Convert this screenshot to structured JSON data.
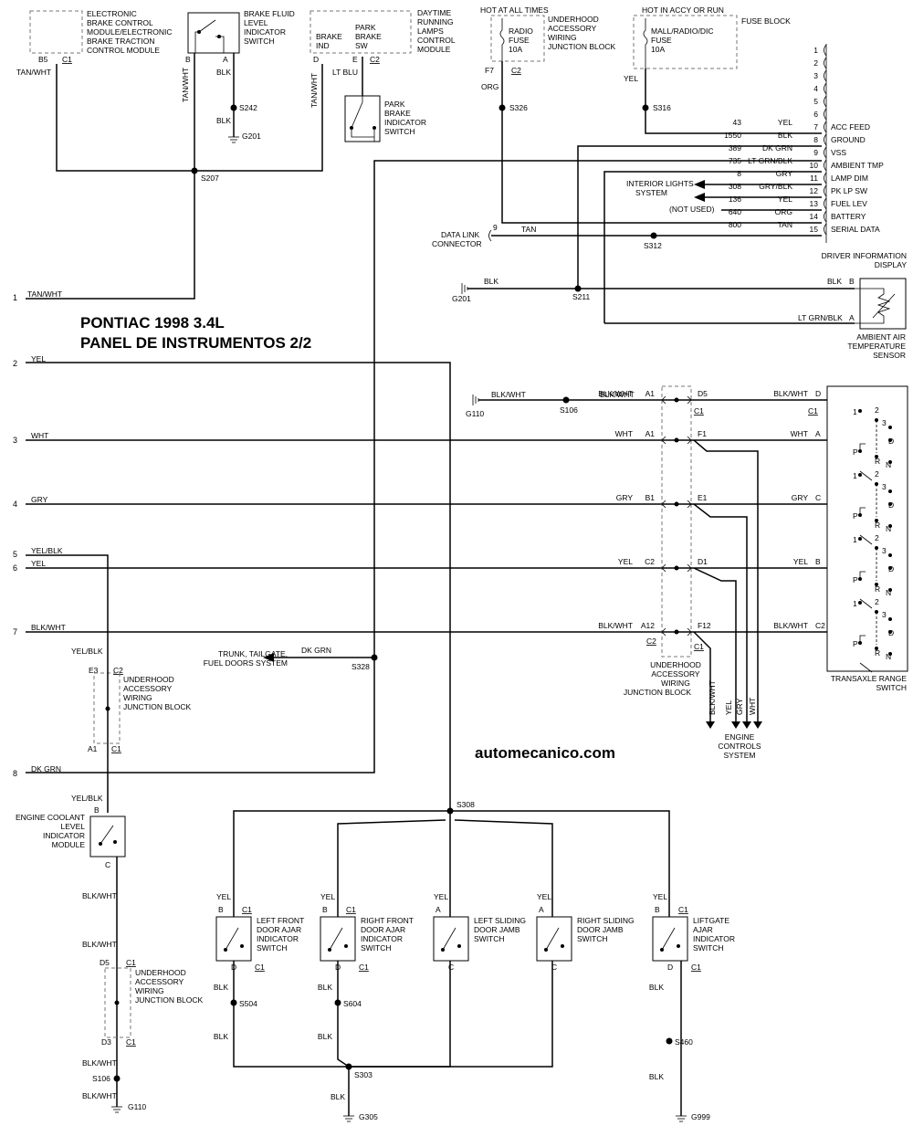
{
  "title": {
    "line1": "PONTIAC 1998  3.4L",
    "line2": "PANEL DE INSTRUMENTOS  2/2"
  },
  "watermark": "automecanico.com",
  "left_pins": [
    {
      "num": "1",
      "color": "TAN/WHT"
    },
    {
      "num": "2",
      "color": "YEL"
    },
    {
      "num": "3",
      "color": "WHT"
    },
    {
      "num": "4",
      "color": "GRY"
    },
    {
      "num": "5",
      "color": "YEL/BLK"
    },
    {
      "num": "6",
      "color": "YEL"
    },
    {
      "num": "7",
      "color": "BLK/WHT"
    },
    {
      "num": "8",
      "color": "DK GRN"
    }
  ],
  "ebcm": {
    "name_lines": [
      "ELECTRONIC",
      "BRAKE CONTROL",
      "MODULE/ELECTRONIC",
      "BRAKE TRACTION",
      "CONTROL MODULE"
    ],
    "pin": "B5",
    "conn": "C1",
    "wire": "TAN/WHT"
  },
  "brake_fluid": {
    "name_lines": [
      "BRAKE FLUID",
      "LEVEL",
      "INDICATOR",
      "SWITCH"
    ],
    "pin_b": "B",
    "pin_a": "A",
    "wire_b": "TAN/WHT",
    "wire_a1": "BLK",
    "splice": "S242",
    "wire_a2": "BLK",
    "ground": "G201"
  },
  "drl": {
    "name_lines": [
      "DAYTIME",
      "RUNNING",
      "LAMPS",
      "CONTROL",
      "MODULE"
    ],
    "brake_ind": [
      "BRAKE",
      "IND"
    ],
    "park_brake_sw": [
      "PARK",
      "BRAKE",
      "SW"
    ],
    "pin_d": "D",
    "pin_e": "E",
    "conn": "C2",
    "wire_d": "TAN/WHT",
    "wire_e": "LT BLU"
  },
  "park_brake_switch": {
    "name_lines": [
      "PARK",
      "BRAKE",
      "INDICATOR",
      "SWITCH"
    ]
  },
  "s207": "S207",
  "radio_fuse": {
    "header": "HOT AT ALL TIMES",
    "fuse_lines": [
      "RADIO",
      "FUSE",
      "10A"
    ],
    "block_lines": [
      "UNDERHOOD",
      "ACCESSORY",
      "WIRING",
      "JUNCTION BLOCK"
    ],
    "pin": "F7",
    "conn": "C2",
    "wire": "ORG",
    "splice": "S326"
  },
  "mall_fuse": {
    "header": "HOT IN ACCY OR RUN",
    "fuse_lines": [
      "MALL/RADIO/DIC",
      "FUSE",
      "10A"
    ],
    "block": "FUSE BLOCK",
    "wire": "YEL",
    "splice": "S316"
  },
  "dic": {
    "name_lines": [
      "DRIVER INFORMATION",
      "DISPLAY"
    ],
    "pins": [
      {
        "num": "1",
        "circuit": "",
        "color": "",
        "label": ""
      },
      {
        "num": "2",
        "circuit": "",
        "color": "",
        "label": ""
      },
      {
        "num": "3",
        "circuit": "",
        "color": "",
        "label": ""
      },
      {
        "num": "4",
        "circuit": "",
        "color": "",
        "label": ""
      },
      {
        "num": "5",
        "circuit": "",
        "color": "",
        "label": ""
      },
      {
        "num": "6",
        "circuit": "",
        "color": "",
        "label": ""
      },
      {
        "num": "7",
        "circuit": "43",
        "color": "YEL",
        "label": "ACC FEED"
      },
      {
        "num": "8",
        "circuit": "1550",
        "color": "BLK",
        "label": "GROUND"
      },
      {
        "num": "9",
        "circuit": "389",
        "color": "DK GRN",
        "label": "VSS"
      },
      {
        "num": "10",
        "circuit": "735",
        "color": "LT GRN/BLK",
        "label": "AMBIENT TMP"
      },
      {
        "num": "11",
        "circuit": "8",
        "color": "GRY",
        "label": "LAMP DIM"
      },
      {
        "num": "12",
        "circuit": "308",
        "color": "GRY/BLK",
        "label": "PK LP SW"
      },
      {
        "num": "13",
        "circuit": "136",
        "color": "YEL",
        "label": "FUEL LEV"
      },
      {
        "num": "14",
        "circuit": "640",
        "color": "ORG",
        "label": "BATTERY"
      },
      {
        "num": "15",
        "circuit": "800",
        "color": "TAN",
        "label": "SERIAL DATA"
      }
    ]
  },
  "interior_lights": [
    "INTERIOR LIGHTS",
    "SYSTEM"
  ],
  "not_used": "(NOT USED)",
  "dlc": {
    "name_lines": [
      "DATA LINK",
      "CONNECTOR"
    ],
    "pin": "9",
    "wire": "TAN",
    "splice": "S312"
  },
  "g201_run": {
    "ground": "G201",
    "wire": "BLK",
    "splice": "S211"
  },
  "ambient": {
    "name_lines": [
      "AMBIENT AIR",
      "TEMPERATURE",
      "SENSOR"
    ],
    "pin_b": "B",
    "pin_a": "A",
    "wire_b": "BLK",
    "wire_a": "LT GRN/BLK"
  },
  "g110_top": {
    "ground": "G110",
    "wire1": "BLK/WHT",
    "splice": "S106",
    "wire2": "BLK/WHT"
  },
  "jb_mid": {
    "name_lines": [
      "UNDERHOOD",
      "ACCESSORY",
      "WIRING",
      "JUNCTION BLOCK"
    ],
    "conn_left": "C2",
    "conn_right": "C1",
    "rows": [
      {
        "lwire": "BLK/WHT",
        "lpin": "A1",
        "rpin": "D5",
        "rwire": "BLK/WHT",
        "swpin": "D"
      },
      {
        "lwire": "WHT",
        "lpin": "A1",
        "rpin": "F1",
        "rwire": "WHT",
        "swpin": "A"
      },
      {
        "lwire": "GRY",
        "lpin": "B1",
        "rpin": "E1",
        "rwire": "GRY",
        "swpin": "C"
      },
      {
        "lwire": "YEL",
        "lpin": "C2",
        "rpin": "D1",
        "rwire": "YEL",
        "swpin": "B"
      },
      {
        "lwire": "BLK/WHT",
        "lpin": "A12",
        "rpin": "F12",
        "rwire": "BLK/WHT",
        "swpin": "C2"
      }
    ]
  },
  "c1_marks": [
    "C1",
    "C1"
  ],
  "transaxle": {
    "name_lines": [
      "TRANSAXLE RANGE",
      "SWITCH"
    ],
    "positions": [
      "1",
      "2",
      "3",
      "D",
      "P",
      "R",
      "N"
    ]
  },
  "engine_controls": {
    "wires": [
      "BLK/WHT",
      "YEL",
      "GRY",
      "WHT"
    ],
    "name_lines": [
      "ENGINE",
      "CONTROLS",
      "SYSTEM"
    ]
  },
  "trunk": {
    "name_lines": [
      "TRUNK, TAILGATE,",
      "FUEL DOORS SYSTEM"
    ],
    "wire": "DK GRN",
    "splice": "S328"
  },
  "jb_left": {
    "top_wire": "YEL/BLK",
    "pin_top": "E3",
    "conn_top": "C2",
    "name_lines": [
      "UNDERHOOD",
      "ACCESSORY",
      "WIRING",
      "JUNCTION BLOCK"
    ],
    "pin_bot": "A1",
    "conn_bot": "C1"
  },
  "coolant": {
    "wire_in": "YEL/BLK",
    "pin_b": "B",
    "name_lines": [
      "ENGINE COOLANT",
      "LEVEL",
      "INDICATOR",
      "MODULE"
    ],
    "pin_c": "C",
    "wire1": "BLK/WHT",
    "wire2": "BLK/WHT"
  },
  "jb_bottom": {
    "pin_top": "D5",
    "conn_top": "C1",
    "name_lines": [
      "UNDERHOOD",
      "ACCESSORY",
      "WIRING",
      "JUNCTION BLOCK"
    ],
    "pin_bot": "D3",
    "conn_bot": "C1",
    "wire": "BLK/WHT",
    "splice": "S106",
    "wire2": "BLK/WHT",
    "ground": "G110"
  },
  "s308": "S308",
  "doors": [
    {
      "wire_in": "YEL",
      "pin_in": "B",
      "conn_in": "C1",
      "name_lines": [
        "LEFT FRONT",
        "DOOR AJAR",
        "INDICATOR",
        "SWITCH"
      ],
      "pin_out": "D",
      "conn_out": "C1",
      "wire_out": "BLK",
      "splice": "S504",
      "wire_out2": "BLK"
    },
    {
      "wire_in": "YEL",
      "pin_in": "B",
      "conn_in": "C1",
      "name_lines": [
        "RIGHT FRONT",
        "DOOR AJAR",
        "INDICATOR",
        "SWITCH"
      ],
      "pin_out": "D",
      "conn_out": "C1",
      "wire_out": "BLK",
      "splice": "S604",
      "wire_out2": "BLK"
    },
    {
      "wire_in": "YEL",
      "pin_in": "A",
      "conn_in": "",
      "name_lines": [
        "LEFT SLIDING",
        "DOOR JAMB",
        "SWITCH"
      ],
      "pin_out": "C",
      "conn_out": "",
      "wire_out": "",
      "splice": "",
      "wire_out2": ""
    },
    {
      "wire_in": "YEL",
      "pin_in": "A",
      "conn_in": "",
      "name_lines": [
        "RIGHT SLIDING",
        "DOOR JAMB",
        "SWITCH"
      ],
      "pin_out": "C",
      "conn_out": "",
      "wire_out": "",
      "splice": "",
      "wire_out2": ""
    },
    {
      "wire_in": "YEL",
      "pin_in": "B",
      "conn_in": "C1",
      "name_lines": [
        "LIFTGATE",
        "AJAR",
        "INDICATOR",
        "SWITCH"
      ],
      "pin_out": "D",
      "conn_out": "C1",
      "wire_out": "BLK",
      "splice": "S460",
      "wire_out2": "BLK"
    }
  ],
  "s303": {
    "splice": "S303",
    "wire": "BLK",
    "ground": "G305"
  },
  "g999": "G999"
}
